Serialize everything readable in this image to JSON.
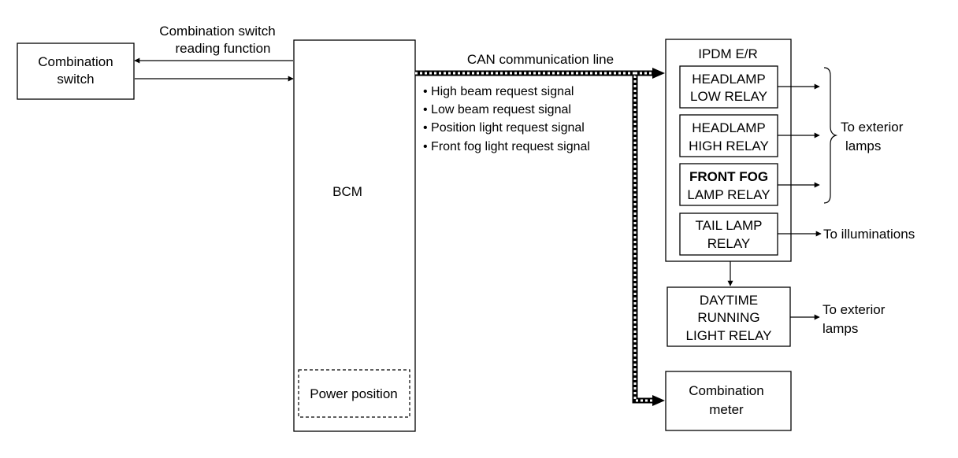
{
  "combination_switch": {
    "line1": "Combination",
    "line2": "switch"
  },
  "switch_reading": {
    "line1": "Combination switch",
    "line2": "reading function"
  },
  "bcm": {
    "label": "BCM",
    "power_position": "Power position"
  },
  "can_line": {
    "label": "CAN communication line"
  },
  "signals": [
    "• High beam request signal",
    "• Low beam request signal",
    "• Position light request signal",
    "• Front fog light request signal"
  ],
  "ipdm": {
    "title": "IPDM E/R"
  },
  "relays": {
    "headlamp_low": {
      "line1": "HEADLAMP",
      "line2": "LOW RELAY"
    },
    "headlamp_high": {
      "line1": "HEADLAMP",
      "line2": "HIGH RELAY"
    },
    "front_fog": {
      "line1": "FRONT FOG",
      "line2": "LAMP RELAY"
    },
    "tail_lamp": {
      "line1": "TAIL LAMP",
      "line2": "RELAY"
    }
  },
  "drl_relay": {
    "line1": "DAYTIME",
    "line2": "RUNNING",
    "line3": "LIGHT RELAY"
  },
  "combination_meter": {
    "line1": "Combination",
    "line2": "meter"
  },
  "outputs": {
    "exterior_lamps": {
      "line1": "To exterior",
      "line2": "lamps"
    },
    "illuminations": "To illuminations",
    "drl_exterior": {
      "line1": "To exterior",
      "line2": "lamps"
    }
  }
}
